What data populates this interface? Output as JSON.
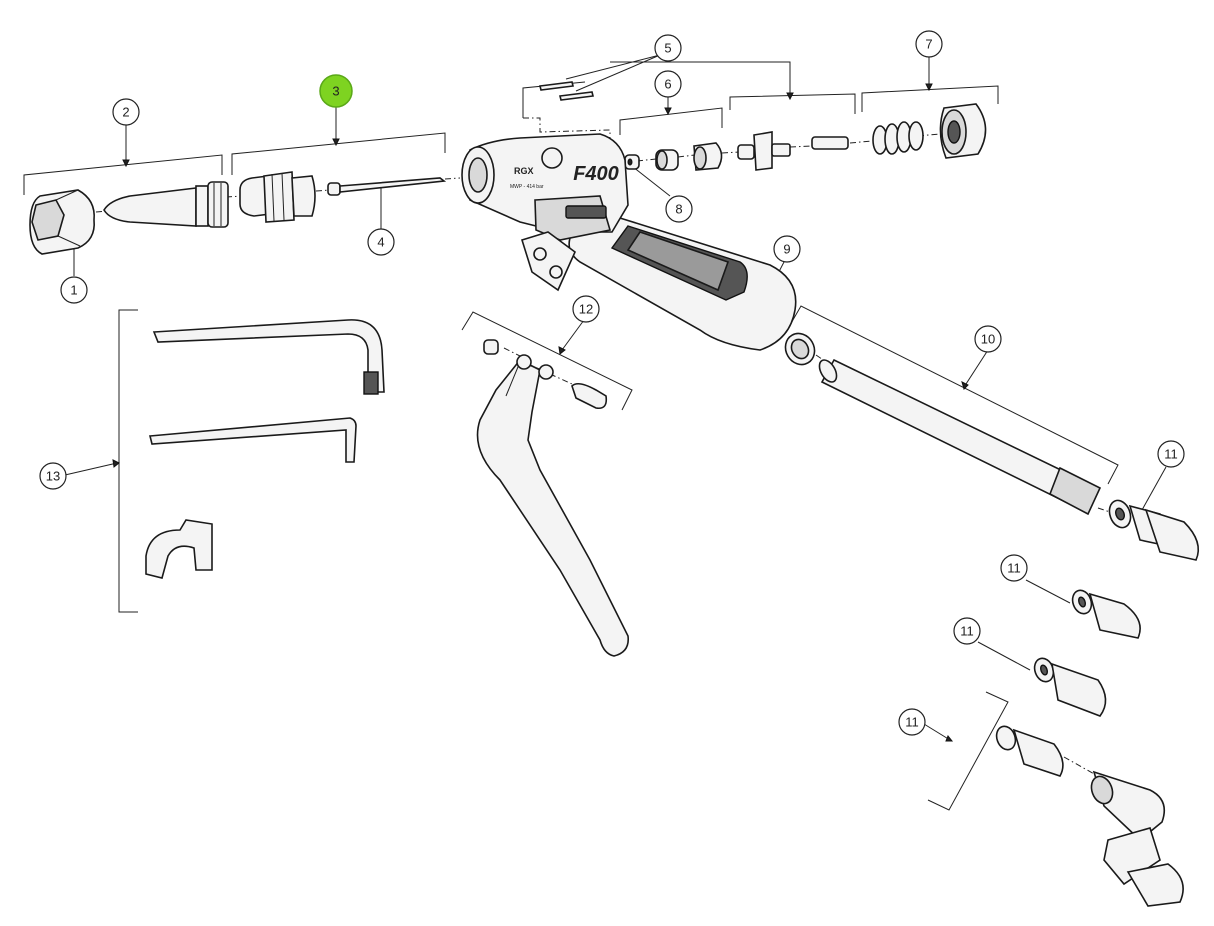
{
  "diagram": {
    "highlight_color": "#7ed321",
    "line_color": "#222222",
    "part_markings": {
      "model": "F400",
      "brand": "RGX",
      "pressure": "MWP - 414 bar"
    },
    "callouts": [
      {
        "id": "c1",
        "label": "1"
      },
      {
        "id": "c2",
        "label": "2"
      },
      {
        "id": "c3",
        "label": "3",
        "highlighted": true
      },
      {
        "id": "c4",
        "label": "4"
      },
      {
        "id": "c5",
        "label": "5"
      },
      {
        "id": "c6",
        "label": "6"
      },
      {
        "id": "c7",
        "label": "7"
      },
      {
        "id": "c8",
        "label": "8"
      },
      {
        "id": "c9",
        "label": "9"
      },
      {
        "id": "c10",
        "label": "10"
      },
      {
        "id": "c11a",
        "label": "11"
      },
      {
        "id": "c11b",
        "label": "11"
      },
      {
        "id": "c11c",
        "label": "11"
      },
      {
        "id": "c11d",
        "label": "11"
      },
      {
        "id": "c12",
        "label": "12"
      },
      {
        "id": "c13",
        "label": "13"
      }
    ]
  }
}
